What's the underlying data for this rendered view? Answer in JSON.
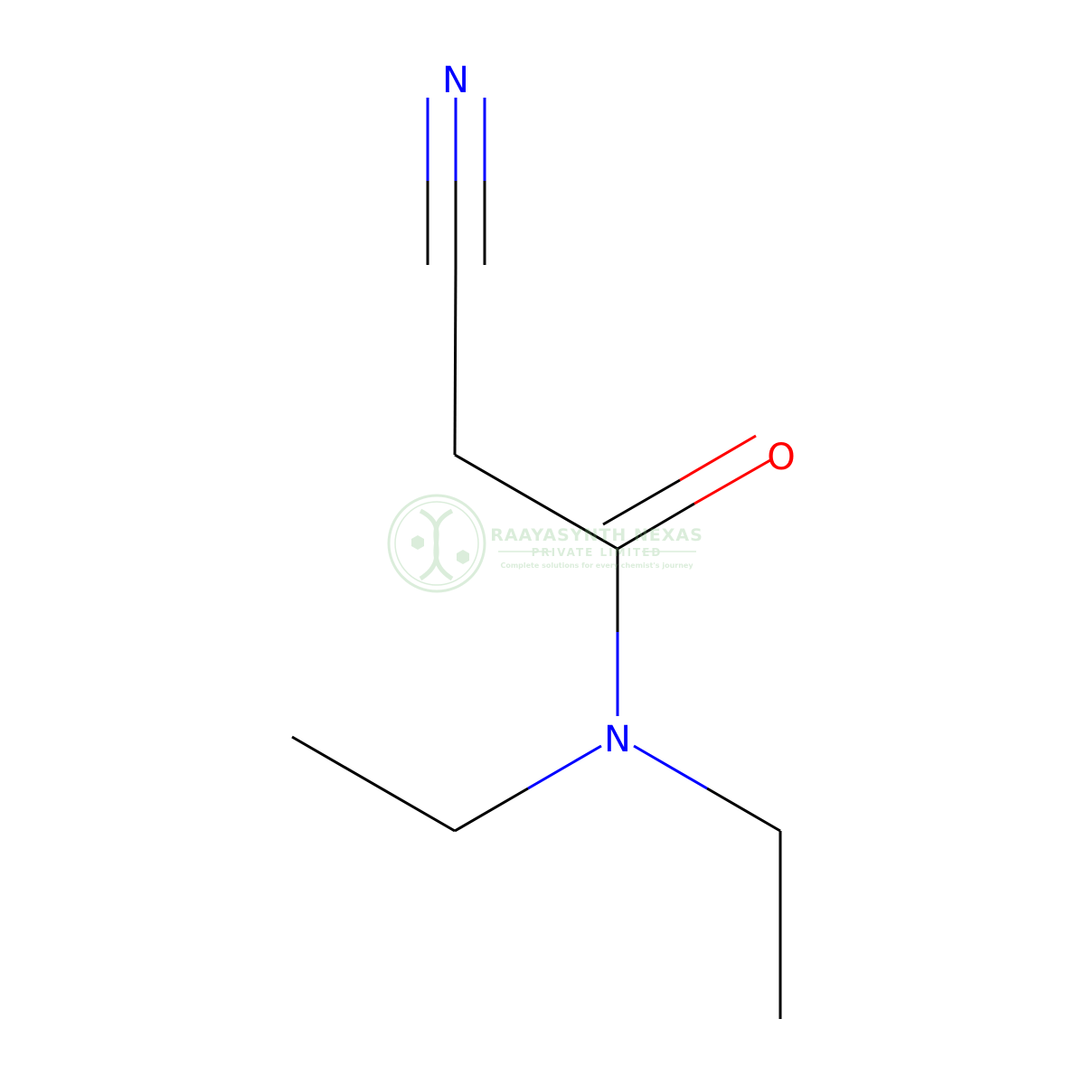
{
  "molecule": {
    "atoms": [
      {
        "id": "n_nitrile",
        "symbol": "N",
        "color": "#0000FF"
      },
      {
        "id": "o_carbonyl",
        "symbol": "O",
        "color": "#FF0000"
      },
      {
        "id": "n_amide",
        "symbol": "N",
        "color": "#0000FF"
      }
    ],
    "bonds": [
      {
        "name": "nitrile-triple-bond",
        "order": 3
      },
      {
        "name": "ch2-nitrile-carbon-bond",
        "order": 1
      },
      {
        "name": "ch2-carbonyl-bond",
        "order": 1
      },
      {
        "name": "carbonyl-double-bond",
        "order": 2
      },
      {
        "name": "carbonyl-amide-n-bond",
        "order": 1
      },
      {
        "name": "n-ethyl-left-bond",
        "order": 1
      },
      {
        "name": "ethyl-left-ch3-bond",
        "order": 1
      },
      {
        "name": "n-ethyl-right-bond",
        "order": 1
      },
      {
        "name": "ethyl-right-ch3-bond",
        "order": 1
      }
    ],
    "colors": {
      "bond": "#000000",
      "nitrogen": "#0000FF",
      "oxygen": "#FF0000"
    }
  },
  "watermark": {
    "title": "RAAYASYNTH NEXAS",
    "subtitle": "PRIVATE LIMITED",
    "tagline": "Complete solutions for every chemist's journey",
    "color": "#7fbf7f"
  }
}
